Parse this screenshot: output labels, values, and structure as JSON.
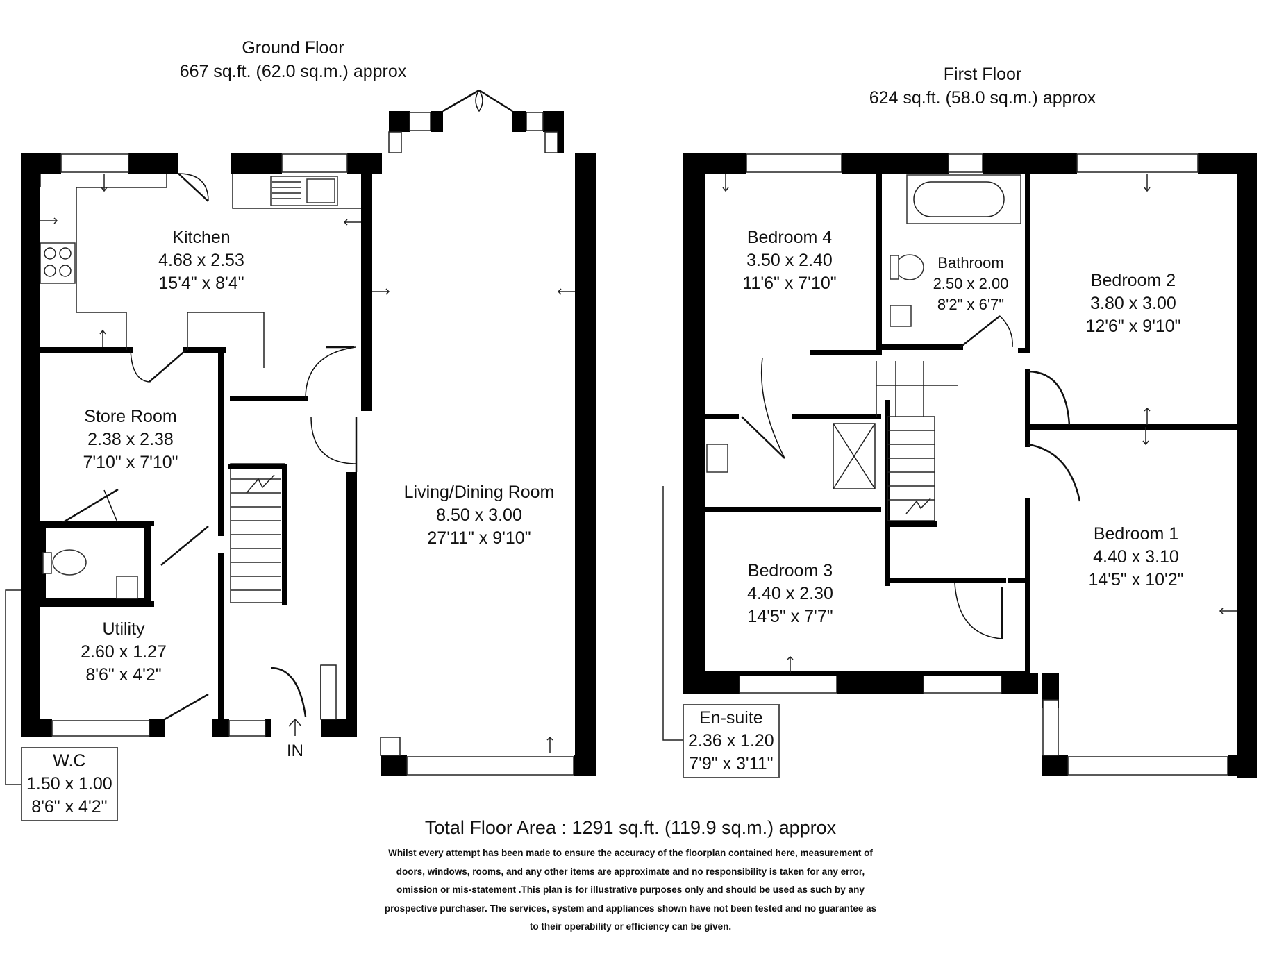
{
  "ground_floor": {
    "title": "Ground Floor",
    "area": "667 sq.ft. (62.0 sq.m.) approx",
    "rooms": {
      "kitchen": {
        "name": "Kitchen",
        "metric": "4.68 x 2.53",
        "imperial": "15'4\" x 8'4\""
      },
      "store_room": {
        "name": "Store Room",
        "metric": "2.38 x 2.38",
        "imperial": "7'10\" x 7'10\""
      },
      "utility": {
        "name": "Utility",
        "metric": "2.60 x 1.27",
        "imperial": "8'6\" x 4'2\""
      },
      "wc": {
        "name": "W.C",
        "metric": "1.50 x 1.00",
        "imperial": "8'6\" x 4'2\""
      },
      "living": {
        "name": "Living/Dining Room",
        "metric": "8.50 x 3.00",
        "imperial": "27'11\" x 9'10\""
      }
    },
    "entrance_label": "IN"
  },
  "first_floor": {
    "title": "First Floor",
    "area": "624 sq.ft. (58.0 sq.m.) approx",
    "rooms": {
      "bedroom4": {
        "name": "Bedroom 4",
        "metric": "3.50 x 2.40",
        "imperial": "11'6\" x 7'10\""
      },
      "bathroom": {
        "name": "Bathroom",
        "metric": "2.50 x 2.00",
        "imperial": "8'2\" x 6'7\""
      },
      "bedroom2": {
        "name": "Bedroom 2",
        "metric": "3.80 x 3.00",
        "imperial": "12'6\" x 9'10\""
      },
      "bedroom3": {
        "name": "Bedroom 3",
        "metric": "4.40 x 2.30",
        "imperial": "14'5\" x 7'7\""
      },
      "bedroom1": {
        "name": "Bedroom 1",
        "metric": "4.40 x 3.10",
        "imperial": "14'5\" x 10'2\""
      },
      "ensuite": {
        "name": "En-suite",
        "metric": "2.36 x 1.20",
        "imperial": "7'9\" x 3'11\""
      }
    }
  },
  "total_area": "Total Floor Area : 1291 sq.ft. (119.9 sq.m.) approx",
  "disclaimer": "Whilst every attempt has been made to ensure the accuracy of the floorplan contained here, measurement of doors, windows, rooms, and any other items are approximate and no responsibility is taken for any error, omission or mis-statement .This plan is for illustrative purposes only and should be used as such by any prospective purchaser. The services, system and appliances shown have not been tested and no guarantee as to their operability or efficiency can be given.",
  "colors": {
    "wall": "#000000",
    "background": "#ffffff",
    "text": "#111111"
  }
}
